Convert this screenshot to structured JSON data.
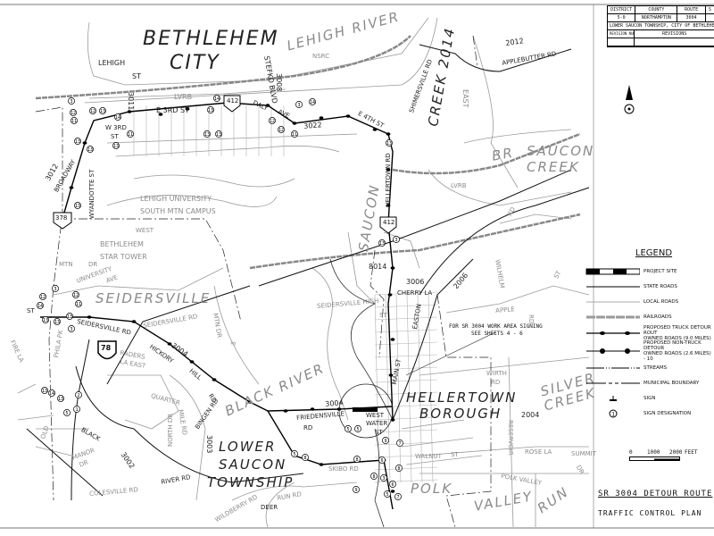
{
  "title_block": {
    "headers": [
      "DISTRICT",
      "COUNTY",
      "ROUTE",
      "S"
    ],
    "values": [
      "5-0",
      "NORTHAMPTON",
      "3004",
      ""
    ],
    "location": "LOWER SAUCON TOWNSHIP, CITY OF BETHLEHEM A",
    "revision_number": "REVISION NUMBER",
    "revisions": "REVISIONS"
  },
  "map_labels": [
    "BETHLEHEM",
    "CITY",
    "LEHIGH",
    "ST",
    "LEHIGH RIVER",
    "3011",
    "STEFKO BLVD",
    "3008",
    "LVRB",
    "E 3RD ST",
    "DALY",
    "AVE",
    "3022",
    "E 4TH ST",
    "SHIMERSVILLE RD",
    "CREEK 2014",
    "NSRC",
    "2012",
    "APPLEBUTTER RD",
    "EAST",
    "BR",
    "SAUCON",
    "CREEK",
    "LVRB",
    "HELLERTOWN RD",
    "SAUCON",
    "3012",
    "BROADWAY",
    "WYANDOTTE ST",
    "W 3RD",
    "ST",
    "LEHIGH UNIVERSITY",
    "SOUTH MTN CAMPUS",
    "WEST",
    "BETHLEHEM",
    "STAR TOWER",
    "MTN",
    "DR",
    "UNIVERSITY",
    "AVE",
    "SEIDERSVILLE",
    "SEIDERSVILLE RD",
    "SEIDERSVILLE RD",
    "HICKORY",
    "3004",
    "HILL",
    "RD",
    "RADERS",
    "LA EAST",
    "QUARTER",
    "MILE RD",
    "NORTH DR",
    "BINGEN RD",
    "3003",
    "BLACK",
    "RIVER",
    "LOWER",
    "SAUCON",
    "TOWNSHIP",
    "BLACK",
    "3002",
    "RIVER RD",
    "COLESVILLE RD",
    "MANOR",
    "DR",
    "OLD",
    "WILDBERRY RD",
    "RUN RD",
    "DEER",
    "FIRE LA",
    "PHILA PK",
    "8014",
    "3006",
    "CHERRY LA",
    "2006",
    "EASTON",
    "MAIN ST",
    "HELLERTOWN",
    "BOROUGH",
    "3004",
    "FRIEDENSVILLE",
    "RD",
    "WEST",
    "WATER",
    "ST",
    "2004",
    "WIRTH",
    "RD",
    "RESERVOIR",
    "SILVER",
    "CREEK",
    "APPLE",
    "RD",
    "WILHELM",
    "ROSE LA",
    "SUMMIT",
    "DR",
    "POLK VALLEY",
    "POLK",
    "VALLEY",
    "RUN",
    "WALNUT",
    "ST",
    "SKIBO RD",
    "MTN DR",
    "S",
    "RD",
    "ST",
    "ST",
    "SEIDERSVILLE HIGH",
    "ST"
  ],
  "route_shields": {
    "pa_412_a": "412",
    "pa_412_b": "412",
    "pa_378": "378",
    "interstate": "78"
  },
  "sign_designations": [
    "3",
    "12",
    "11",
    "12",
    "13",
    "14",
    "13",
    "13",
    "13",
    "11",
    "13",
    "14",
    "13",
    "13",
    "13",
    "12",
    "3",
    "14",
    "12",
    "11",
    "13",
    "13",
    "3",
    "12",
    "14",
    "13",
    "13",
    "3",
    "12",
    "11",
    "13",
    "3",
    "13",
    "14",
    "13",
    "2",
    "1",
    "5",
    "5",
    "5",
    "9",
    "7",
    "8",
    "6",
    "8",
    "3",
    "6",
    "5",
    "7",
    "9",
    "5",
    "8",
    "8"
  ],
  "note": {
    "line1": "FOR SR 3004 WORK AREA SIGNING",
    "line2": "SEE SHEETS 4 - 6"
  },
  "legend": {
    "title": "LEGEND",
    "items": [
      {
        "symbol": "project-site",
        "label": "PROJECT SITE"
      },
      {
        "symbol": "state-road",
        "label": "STATE ROADS"
      },
      {
        "symbol": "local-road",
        "label": "LOCAL ROADS"
      },
      {
        "symbol": "railroad",
        "label": "RAILROADS"
      },
      {
        "symbol": "truck-detour",
        "label": "PROPOSED TRUCK DETOUR ROUT",
        "label2": "OWNED ROADS (9.0 MILES)"
      },
      {
        "symbol": "non-truck-detour",
        "label": "PROPOSED NON-TRUCK DETOUR",
        "label2": "OWNED ROADS (2.6 MILES) - 10"
      },
      {
        "symbol": "stream",
        "label": "STREAMS"
      },
      {
        "symbol": "municipal-boundary",
        "label": "MUNICIPAL BOUNDARY"
      },
      {
        "symbol": "sign",
        "label": "SIGN"
      },
      {
        "symbol": "sign-designation",
        "label": "SIGN DESIGNATION",
        "marker": "1"
      }
    ]
  },
  "scale_bar": {
    "ticks": [
      "0",
      "1000",
      "2000"
    ],
    "unit": "FEET"
  },
  "plan_title": "SR 3004 DETOUR ROUTE",
  "plan_subtitle": "TRAFFIC CONTROL PLAN",
  "colors": {
    "line": "#111111",
    "local_road": "#9a9a9a",
    "background": "#ffffff"
  }
}
